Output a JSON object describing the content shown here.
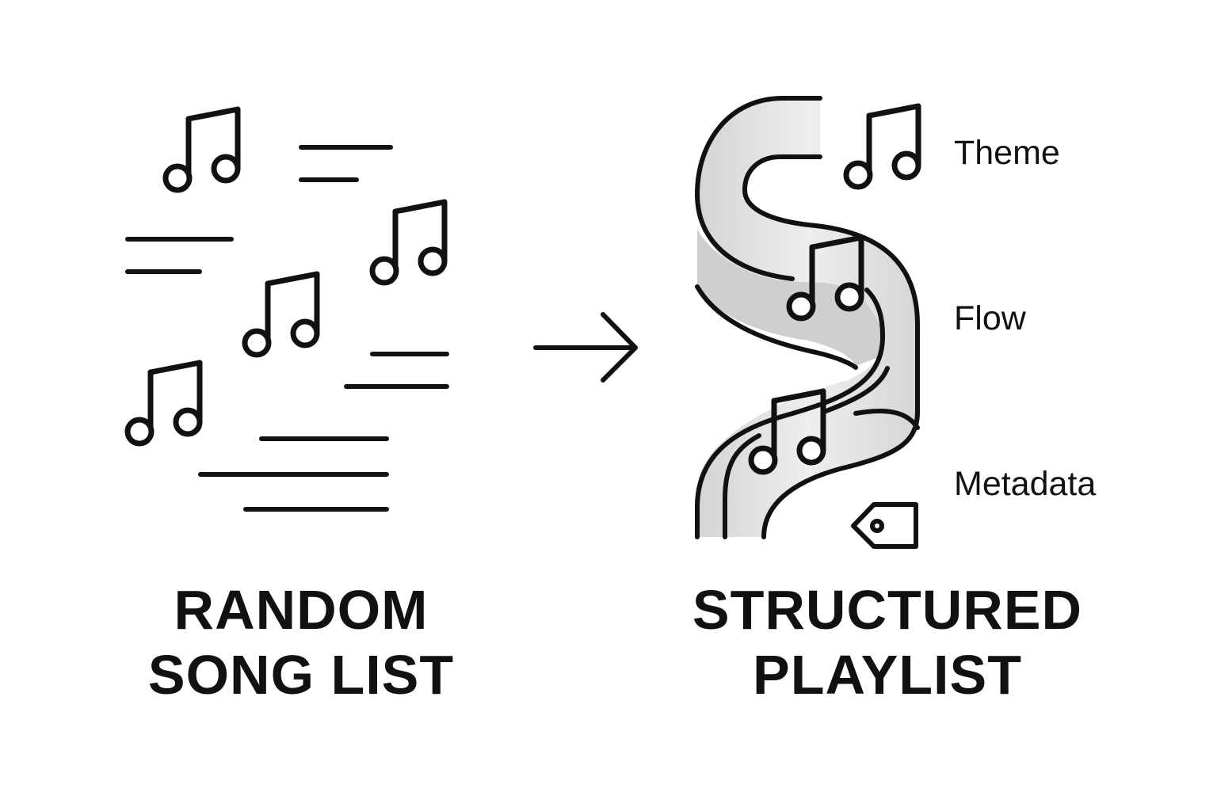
{
  "left_panel": {
    "heading_line1": "RANDOM",
    "heading_line2": "SONG LIST"
  },
  "arrow": {
    "icon": "arrow-right-icon"
  },
  "right_panel": {
    "heading_line1": "STRUCTURED",
    "heading_line2": "PLAYLIST",
    "labels": [
      "Theme",
      "Flow",
      "Metadata"
    ]
  },
  "icons": {
    "note": "music-note-icon",
    "tag": "tag-icon"
  },
  "colors": {
    "ink": "#111111",
    "road_fill": "#e2e2e2",
    "background": "#ffffff"
  }
}
